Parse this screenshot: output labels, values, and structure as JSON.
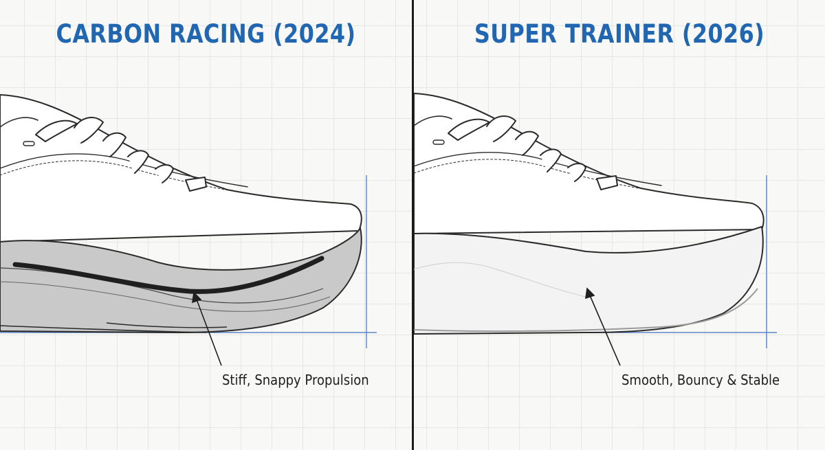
{
  "colors": {
    "title": "#2166b1",
    "divider": "#1b1b1b",
    "carbon_plate": "#1f1f1f",
    "midsole_left": "#c9c9c9",
    "midsole_right": "#f3f3f3",
    "reference_lines": "#5a86c6",
    "grid": "#e6e6e3"
  },
  "left": {
    "title": "CARBON RACING (2024)",
    "caption": "Stiff, Snappy Propulsion"
  },
  "right": {
    "title": "SUPER TRAINER (2026)",
    "caption": "Smooth, Bouncy & Stable"
  }
}
